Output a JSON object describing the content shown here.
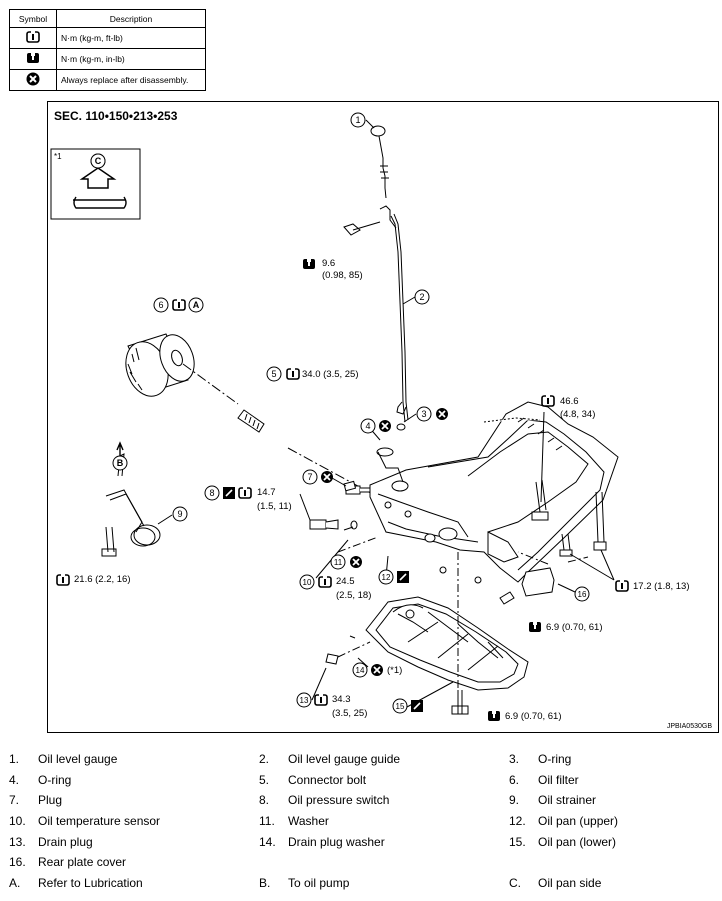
{
  "legend": {
    "header": {
      "symbol": "Symbol",
      "description": "Description"
    },
    "rows": [
      {
        "icon": "torque-wrench-icon",
        "desc": "N·m (kg-m, ft-lb)"
      },
      {
        "icon": "torque-wrench-filled-icon",
        "desc": "N·m (kg-m, in-lb)"
      },
      {
        "icon": "replace-x-icon",
        "desc": "Always replace after disassembly."
      }
    ]
  },
  "diagram": {
    "section": "SEC. 110•150•213•253",
    "inset": {
      "note": "*1",
      "letter": "C"
    },
    "letters": {
      "a": "A",
      "b": "B"
    },
    "callouts": {
      "c1": "1",
      "c2": "2",
      "c3": "3",
      "c4": "4",
      "c5": "5",
      "c6": "6",
      "c7": "7",
      "c8": "8",
      "c9": "9",
      "c10": "10",
      "c11": "11",
      "c12": "12",
      "c13": "13",
      "c14": "14",
      "c15": "15",
      "c16": "16"
    },
    "torques": {
      "t_guide_bolt_a": "9.6",
      "t_guide_bolt_b": "(0.98, 85)",
      "t_connector": "34.0 (3.5, 25)",
      "t_pressure_a": "14.7",
      "t_pressure_b": "(1.5, 11)",
      "t_temp_a": "24.5",
      "t_temp_b": "(2.5, 18)",
      "t_strainer": "21.6 (2.2, 16)",
      "t_upper_a": "46.6",
      "t_upper_b": "(4.8, 34)",
      "t_side": "17.2 (1.8, 13)",
      "t_cover": "6.9 (0.70, 61)",
      "t_drain_a": "34.3",
      "t_drain_b": "(3.5, 25)",
      "t_lower": "6.9 (0.70, 61)",
      "star": "(*1)"
    },
    "code": "JPBIA0530GB"
  },
  "parts": [
    {
      "num": "1.",
      "name": "Oil level gauge"
    },
    {
      "num": "2.",
      "name": "Oil level gauge guide"
    },
    {
      "num": "3.",
      "name": "O-ring"
    },
    {
      "num": "4.",
      "name": "O-ring"
    },
    {
      "num": "5.",
      "name": "Connector bolt"
    },
    {
      "num": "6.",
      "name": "Oil filter"
    },
    {
      "num": "7.",
      "name": "Plug"
    },
    {
      "num": "8.",
      "name": "Oil pressure switch"
    },
    {
      "num": "9.",
      "name": "Oil strainer"
    },
    {
      "num": "10.",
      "name": "Oil temperature sensor"
    },
    {
      "num": "11.",
      "name": "Washer"
    },
    {
      "num": "12.",
      "name": "Oil pan (upper)"
    },
    {
      "num": "13.",
      "name": "Drain plug"
    },
    {
      "num": "14.",
      "name": "Drain plug washer"
    },
    {
      "num": "15.",
      "name": "Oil pan (lower)"
    },
    {
      "num": "16.",
      "name": "Rear plate cover"
    },
    {
      "num": "A.",
      "name": "Refer to  Lubrication"
    },
    {
      "num": "B.",
      "name": "To oil pump"
    },
    {
      "num": "C.",
      "name": "Oil pan side"
    }
  ]
}
